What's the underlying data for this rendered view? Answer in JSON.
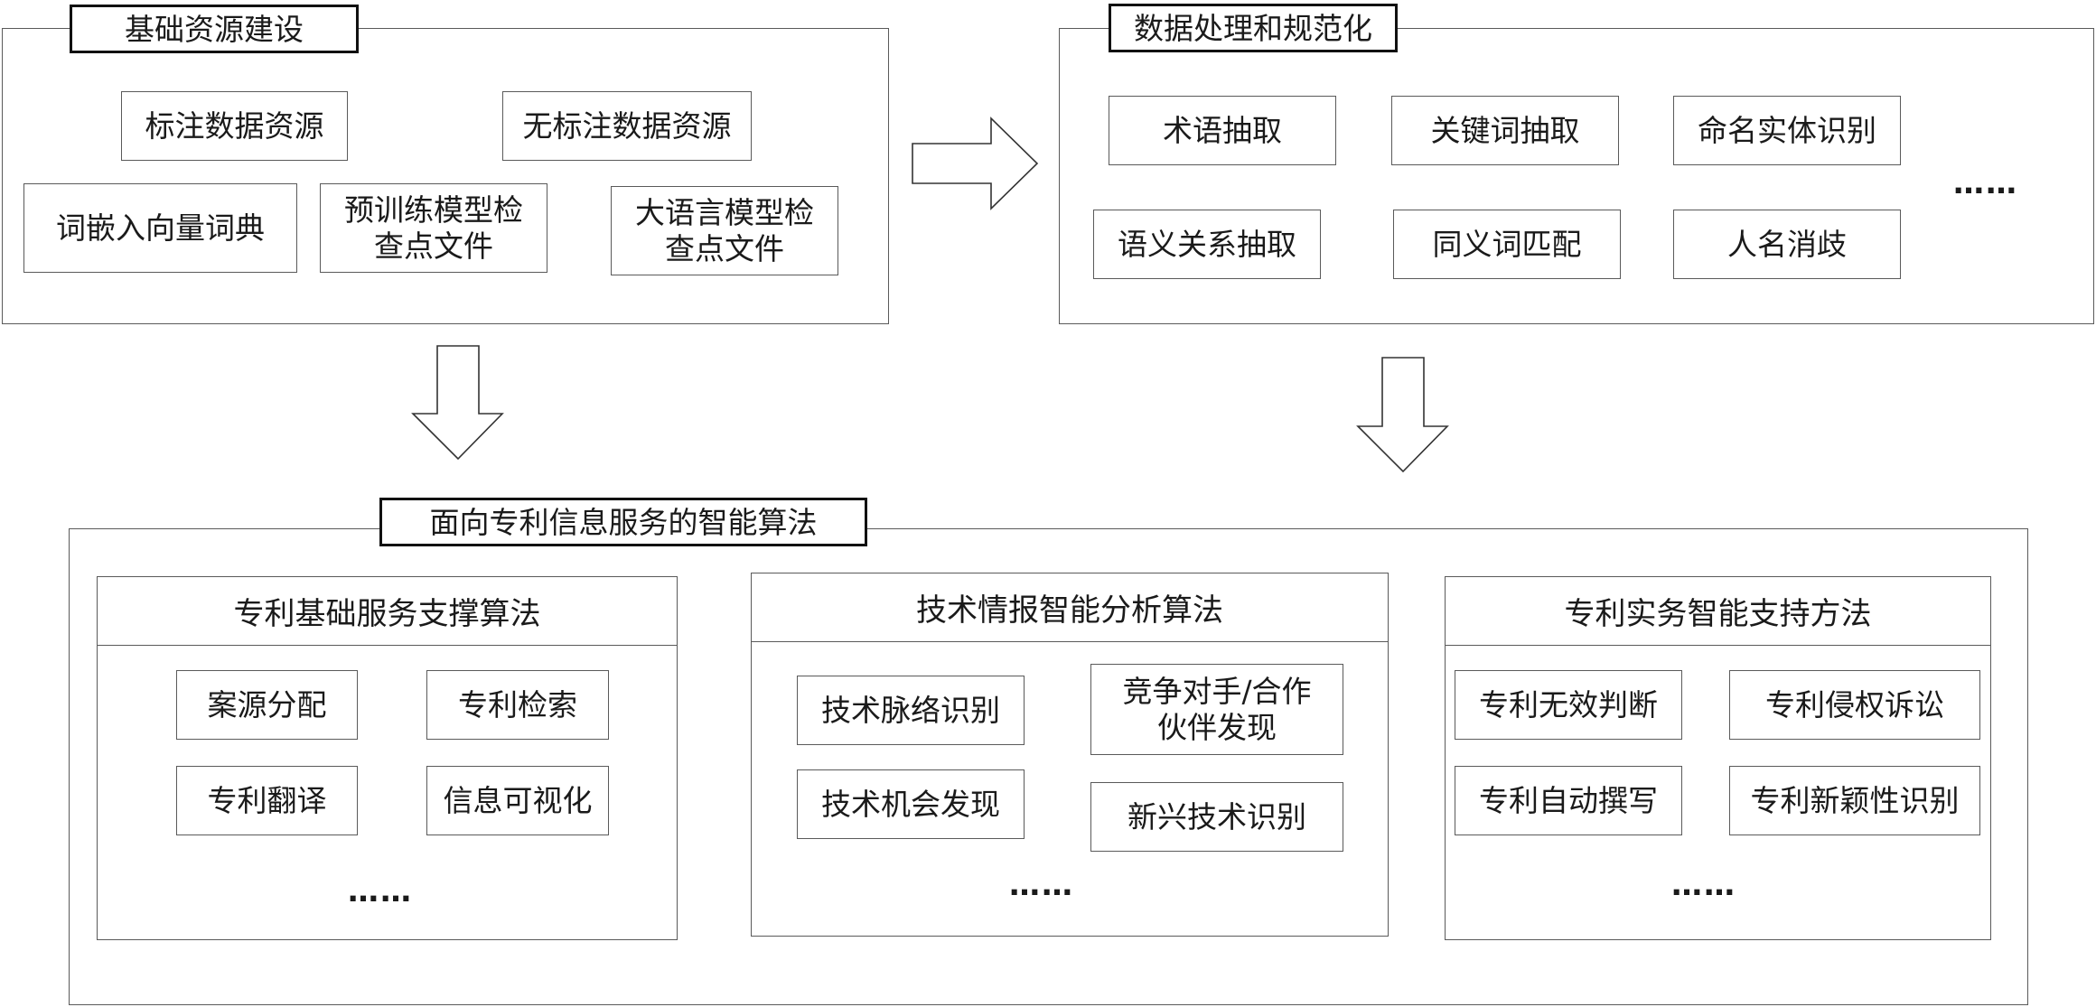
{
  "panels": {
    "base": {
      "title": "基础资源建设",
      "items": [
        "标注数据资源",
        "无标注数据资源",
        "词嵌入向量词典",
        "预训练模型检\n查点文件",
        "大语言模型检\n查点文件"
      ]
    },
    "processing": {
      "title": "数据处理和规范化",
      "items": [
        "术语抽取",
        "关键词抽取",
        "命名实体识别",
        "语义关系抽取",
        "同义词匹配",
        "人名消歧"
      ],
      "more": "……"
    },
    "algorithms": {
      "title": "面向专利信息服务的智能算法",
      "groups": [
        {
          "title": "专利基础服务支撑算法",
          "items": [
            "案源分配",
            "专利检索",
            "专利翻译",
            "信息可视化"
          ],
          "more": "……"
        },
        {
          "title": "技术情报智能分析算法",
          "items": [
            "技术脉络识别",
            "竞争对手/合作\n伙伴发现",
            "技术机会发现",
            "新兴技术识别"
          ],
          "more": "……"
        },
        {
          "title": "专利实务智能支持方法",
          "items": [
            "专利无效判断",
            "专利侵权诉讼",
            "专利自动撰写",
            "专利新颖性识别"
          ],
          "more": "……"
        }
      ]
    }
  }
}
